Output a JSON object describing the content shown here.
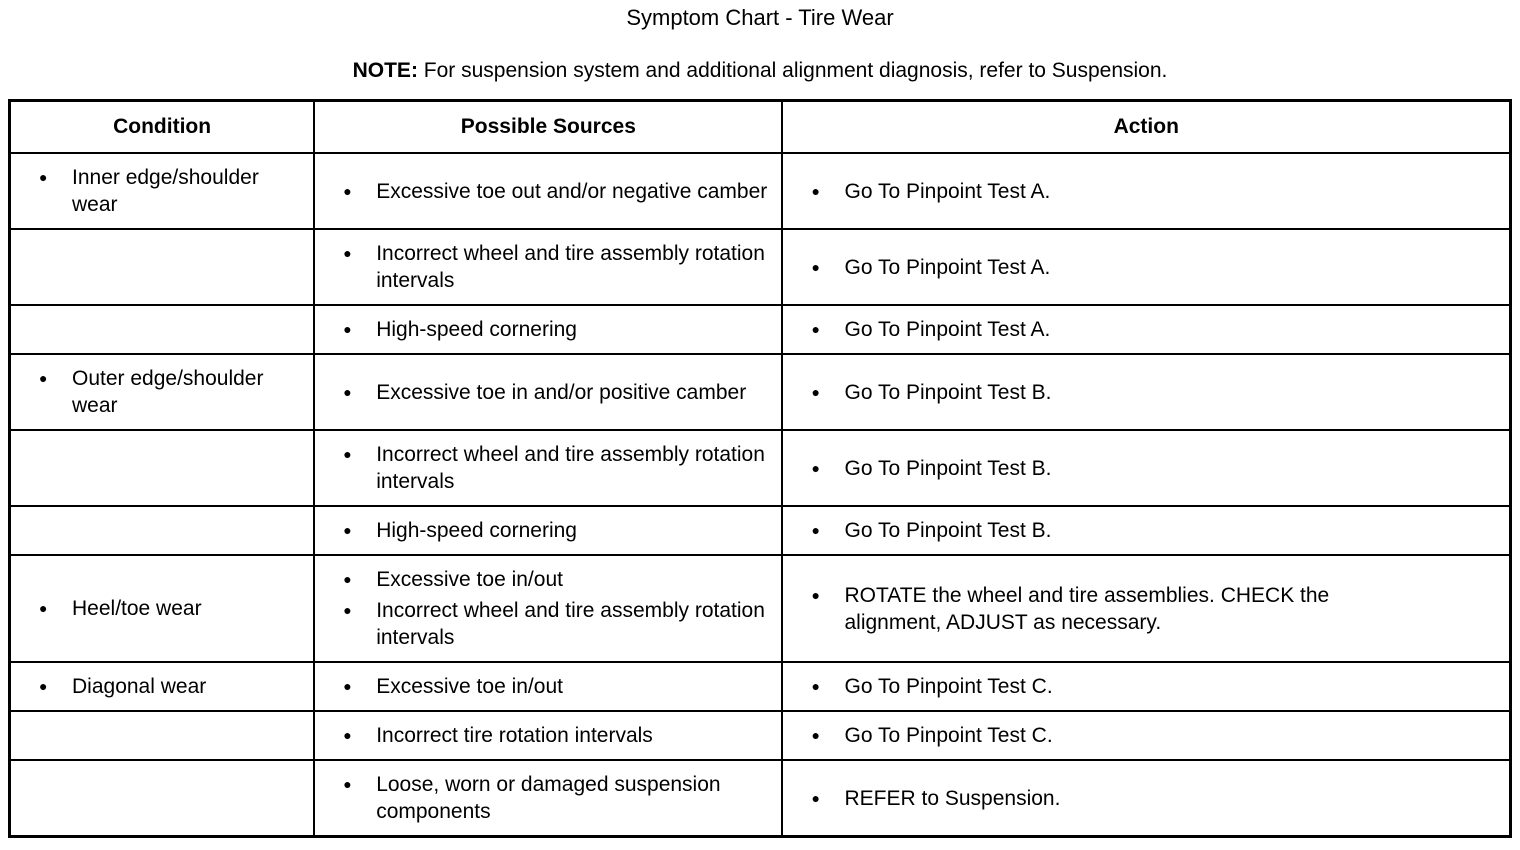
{
  "page": {
    "title": "Symptom Chart - Tire Wear",
    "note_label": "NOTE:",
    "note_text": "For suspension system and additional alignment diagnosis, refer to Suspension."
  },
  "colors": {
    "text": "#000000",
    "border": "#000000",
    "background": "#ffffff"
  },
  "bullet_icon": "●",
  "table": {
    "headers": [
      "Condition",
      "Possible Sources",
      "Action"
    ],
    "rows": [
      {
        "condition": [
          "Inner edge/shoulder wear"
        ],
        "sources": [
          "Excessive toe out and/or negative camber"
        ],
        "action": [
          "Go To Pinpoint Test A."
        ]
      },
      {
        "condition": [],
        "sources": [
          "Incorrect wheel and tire assembly rotation intervals"
        ],
        "action": [
          "Go To Pinpoint Test A."
        ]
      },
      {
        "condition": [],
        "sources": [
          "High-speed cornering"
        ],
        "action": [
          "Go To Pinpoint Test A."
        ]
      },
      {
        "condition": [
          "Outer edge/shoulder wear"
        ],
        "sources": [
          "Excessive toe in and/or positive camber"
        ],
        "action": [
          "Go To Pinpoint Test B."
        ]
      },
      {
        "condition": [],
        "sources": [
          "Incorrect wheel and tire assembly rotation intervals"
        ],
        "action": [
          "Go To Pinpoint Test B."
        ]
      },
      {
        "condition": [],
        "sources": [
          "High-speed cornering"
        ],
        "action": [
          "Go To Pinpoint Test B."
        ]
      },
      {
        "condition": [
          "Heel/toe wear"
        ],
        "sources": [
          "Excessive toe in/out",
          "Incorrect wheel and tire assembly rotation intervals"
        ],
        "action": [
          "ROTATE the wheel and tire assemblies. CHECK the alignment, ADJUST as necessary."
        ]
      },
      {
        "condition": [
          "Diagonal wear"
        ],
        "sources": [
          "Excessive toe in/out"
        ],
        "action": [
          "Go To Pinpoint Test C."
        ]
      },
      {
        "condition": [],
        "sources": [
          "Incorrect tire rotation intervals"
        ],
        "action": [
          "Go To Pinpoint Test C."
        ]
      },
      {
        "condition": [],
        "sources": [
          "Loose, worn or damaged suspension components"
        ],
        "action": [
          "REFER to Suspension."
        ]
      }
    ]
  }
}
